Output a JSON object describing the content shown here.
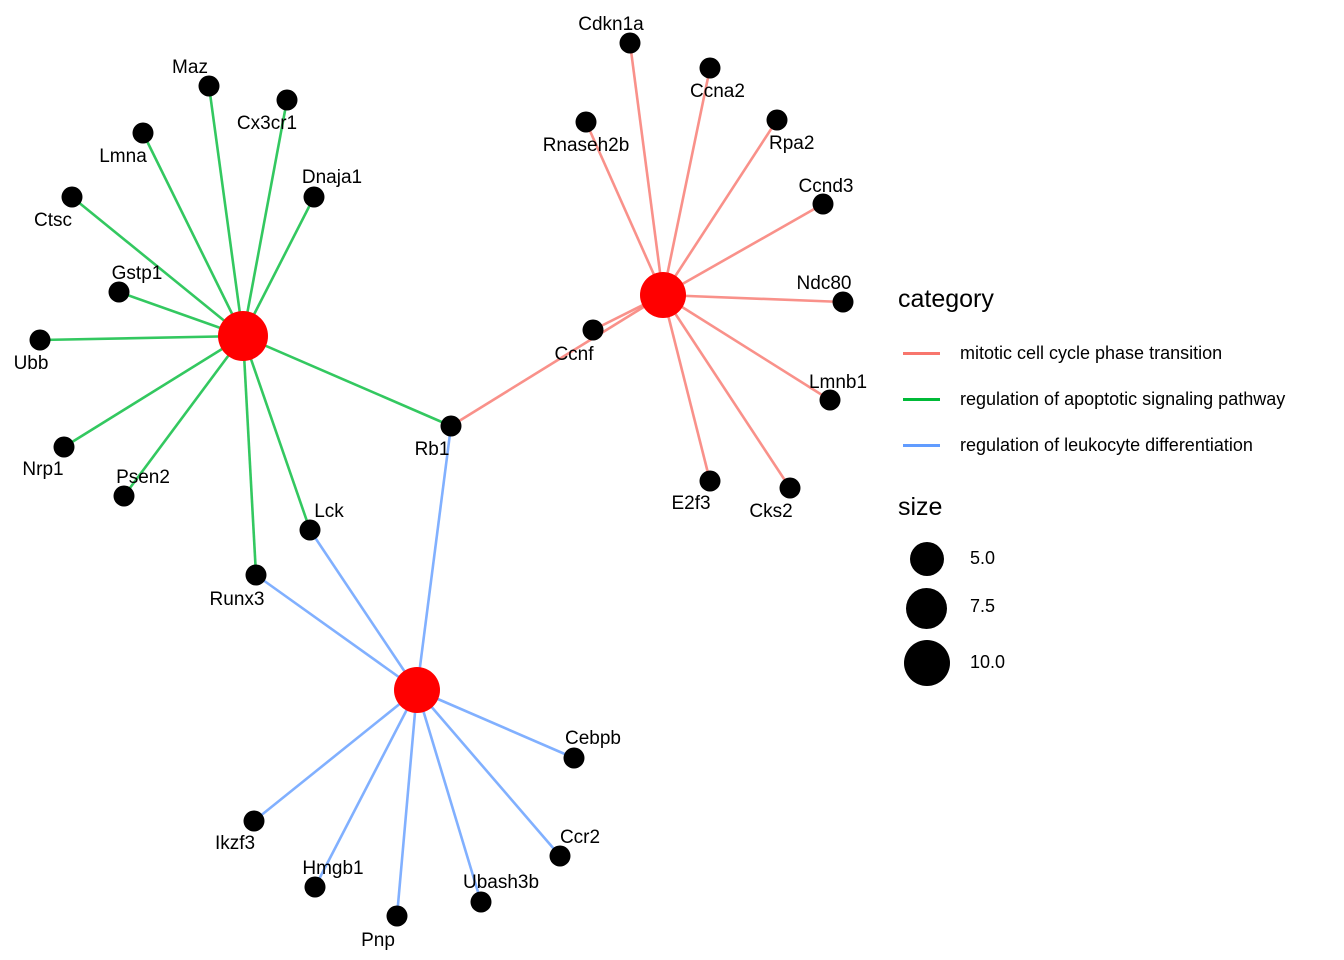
{
  "chart_data": {
    "type": "network",
    "title": "",
    "hubs": [
      {
        "id": "mitotic cell cycle phase transition",
        "category": "mitotic cell cycle phase transition",
        "size": 10
      },
      {
        "id": "regulation of apoptotic signaling pathway",
        "category": "regulation of apoptotic signaling pathway",
        "size": 12
      },
      {
        "id": "regulation of leukocyte differentiation",
        "category": "regulation of leukocyte differentiation",
        "size": 10
      }
    ],
    "genes": [
      "Cdkn1a",
      "Ccna2",
      "Rnaseh2b",
      "Rpa2",
      "Ccnd3",
      "Ndc80",
      "Ccnf",
      "Lmnb1",
      "E2f3",
      "Cks2",
      "Rb1",
      "Maz",
      "Cx3cr1",
      "Lmna",
      "Dnaja1",
      "Ctsc",
      "Gstp1",
      "Ubb",
      "Nrp1",
      "Psen2",
      "Lck",
      "Runx3",
      "Cebpb",
      "Ikzf3",
      "Hmgb1",
      "Pnp",
      "Ubash3b",
      "Ccr2"
    ],
    "edges": [
      {
        "from": "mitotic cell cycle phase transition",
        "to": "Cdkn1a"
      },
      {
        "from": "mitotic cell cycle phase transition",
        "to": "Ccna2"
      },
      {
        "from": "mitotic cell cycle phase transition",
        "to": "Rnaseh2b"
      },
      {
        "from": "mitotic cell cycle phase transition",
        "to": "Rpa2"
      },
      {
        "from": "mitotic cell cycle phase transition",
        "to": "Ccnd3"
      },
      {
        "from": "mitotic cell cycle phase transition",
        "to": "Ndc80"
      },
      {
        "from": "mitotic cell cycle phase transition",
        "to": "Ccnf"
      },
      {
        "from": "mitotic cell cycle phase transition",
        "to": "Lmnb1"
      },
      {
        "from": "mitotic cell cycle phase transition",
        "to": "E2f3"
      },
      {
        "from": "mitotic cell cycle phase transition",
        "to": "Cks2"
      },
      {
        "from": "mitotic cell cycle phase transition",
        "to": "Rb1"
      },
      {
        "from": "regulation of apoptotic signaling pathway",
        "to": "Maz"
      },
      {
        "from": "regulation of apoptotic signaling pathway",
        "to": "Cx3cr1"
      },
      {
        "from": "regulation of apoptotic signaling pathway",
        "to": "Lmna"
      },
      {
        "from": "regulation of apoptotic signaling pathway",
        "to": "Dnaja1"
      },
      {
        "from": "regulation of apoptotic signaling pathway",
        "to": "Ctsc"
      },
      {
        "from": "regulation of apoptotic signaling pathway",
        "to": "Gstp1"
      },
      {
        "from": "regulation of apoptotic signaling pathway",
        "to": "Ubb"
      },
      {
        "from": "regulation of apoptotic signaling pathway",
        "to": "Nrp1"
      },
      {
        "from": "regulation of apoptotic signaling pathway",
        "to": "Psen2"
      },
      {
        "from": "regulation of apoptotic signaling pathway",
        "to": "Runx3"
      },
      {
        "from": "regulation of apoptotic signaling pathway",
        "to": "Lck"
      },
      {
        "from": "regulation of apoptotic signaling pathway",
        "to": "Rb1"
      },
      {
        "from": "regulation of leukocyte differentiation",
        "to": "Runx3"
      },
      {
        "from": "regulation of leukocyte differentiation",
        "to": "Lck"
      },
      {
        "from": "regulation of leukocyte differentiation",
        "to": "Rb1"
      },
      {
        "from": "regulation of leukocyte differentiation",
        "to": "Cebpb"
      },
      {
        "from": "regulation of leukocyte differentiation",
        "to": "Ikzf3"
      },
      {
        "from": "regulation of leukocyte differentiation",
        "to": "Hmgb1"
      },
      {
        "from": "regulation of leukocyte differentiation",
        "to": "Pnp"
      },
      {
        "from": "regulation of leukocyte differentiation",
        "to": "Ubash3b"
      },
      {
        "from": "regulation of leukocyte differentiation",
        "to": "Ccr2"
      }
    ],
    "legend": {
      "category_title": "category",
      "categories": [
        {
          "label": "mitotic cell cycle phase transition",
          "color": "#F8766D"
        },
        {
          "label": "regulation of apoptotic signaling pathway",
          "color": "#00BA38"
        },
        {
          "label": "regulation of leukocyte differentiation",
          "color": "#619CFF"
        }
      ],
      "size_title": "size",
      "sizes": [
        {
          "label": "5.0",
          "value": 5.0
        },
        {
          "label": "7.5",
          "value": 7.5
        },
        {
          "label": "10.0",
          "value": 10.0
        }
      ],
      "placement": "right"
    },
    "colors": {
      "hub": "#FF0000",
      "gene": "#000000"
    }
  }
}
